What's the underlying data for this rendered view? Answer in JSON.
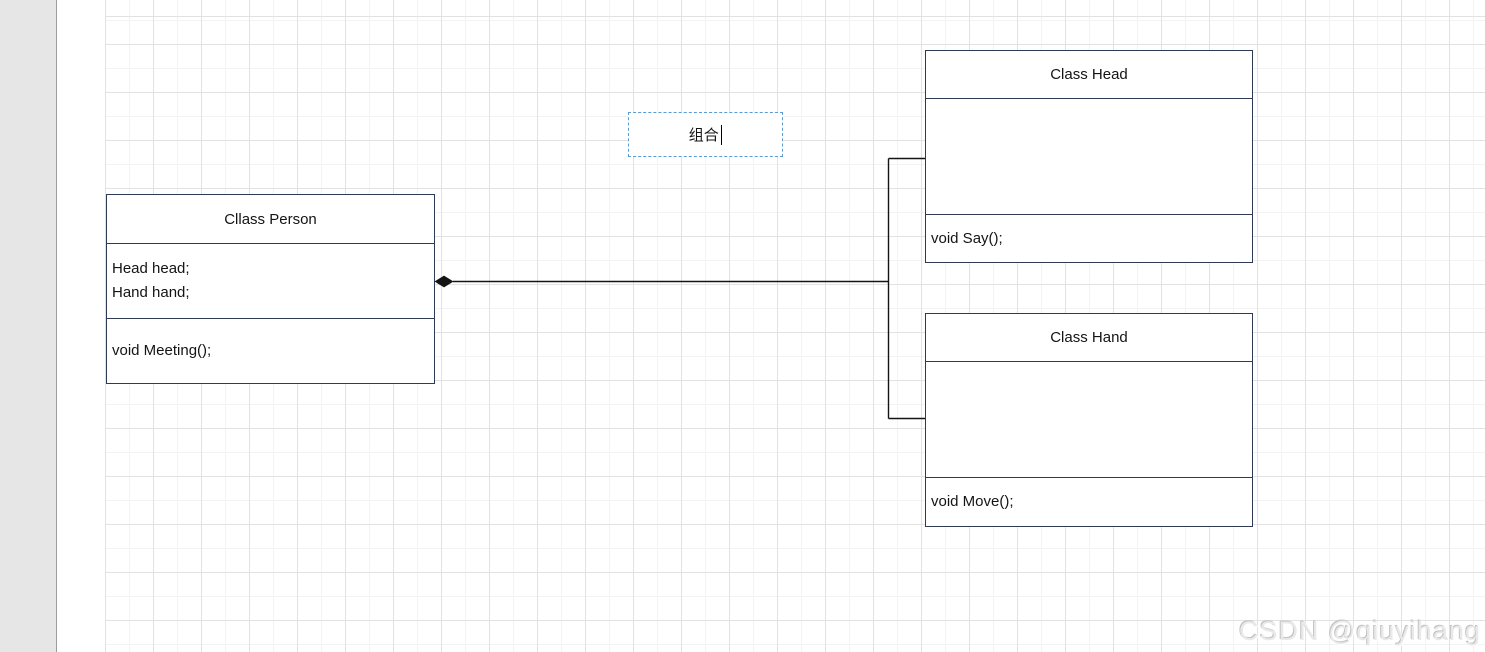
{
  "diagram": {
    "classes": [
      {
        "id": "person",
        "title": "Cllass Person",
        "fields": [
          "Head head;",
          "Hand hand;"
        ],
        "methods": [
          "void Meeting();"
        ]
      },
      {
        "id": "head",
        "title": "Class Head",
        "fields": [],
        "methods": [
          "void Say();"
        ]
      },
      {
        "id": "hand",
        "title": "Class Hand",
        "fields": [],
        "methods": [
          "void Move();"
        ]
      }
    ],
    "connector": {
      "type": "composition",
      "from": "Cllass Person",
      "to": [
        "Class Head",
        "Class Hand"
      ],
      "diamond_end": "Cllass Person"
    },
    "edge_label": {
      "text": "组合",
      "editing": true
    }
  },
  "watermark": {
    "text": "CSDN @qiuyihang"
  },
  "colors": {
    "box_border": "#2f3b55",
    "connector_line": "#141414",
    "selection_dash": "#5b9bd5",
    "grid_minor": "#f3f3f3",
    "grid_major": "#e2e2e2",
    "side_panel": "#e6e6e6",
    "watermark": "#e0e0e0"
  }
}
